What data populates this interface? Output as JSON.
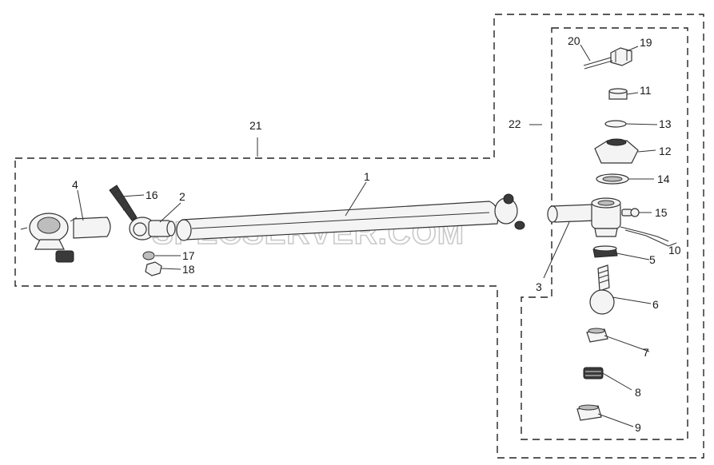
{
  "watermark": "SPECSERVER.COM",
  "callouts": {
    "c1": "1",
    "c2": "2",
    "c3": "3",
    "c4": "4",
    "c5": "5",
    "c6": "6",
    "c7": "7",
    "c8": "8",
    "c9": "9",
    "c10": "10",
    "c11": "11",
    "c12": "12",
    "c13": "13",
    "c14": "14",
    "c15": "15",
    "c16": "16",
    "c17": "17",
    "c18": "18",
    "c19": "19",
    "c20": "20",
    "c21": "21",
    "c22": "22"
  }
}
